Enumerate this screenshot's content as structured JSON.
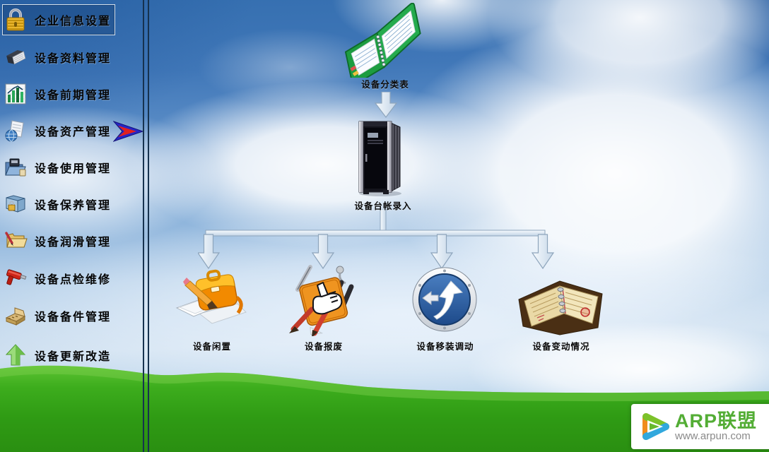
{
  "sidebar": {
    "items": [
      {
        "label": "企业信息设置",
        "icon": "lock-icon",
        "selected": true
      },
      {
        "label": "设备资料管理",
        "icon": "book-icon",
        "selected": false
      },
      {
        "label": "设备前期管理",
        "icon": "bar-chart-icon",
        "selected": false
      },
      {
        "label": "设备资产管理",
        "icon": "globe-document-icon",
        "selected": false,
        "pointer": true
      },
      {
        "label": "设备使用管理",
        "icon": "folder-device-icon",
        "selected": false
      },
      {
        "label": "设备保养管理",
        "icon": "folder-lock-icon",
        "selected": false
      },
      {
        "label": "设备润滑管理",
        "icon": "folder-pen-icon",
        "selected": false
      },
      {
        "label": "设备点检维修",
        "icon": "drill-icon",
        "selected": false
      },
      {
        "label": "设备备件管理",
        "icon": "parts-box-icon",
        "selected": false
      },
      {
        "label": "设备更新改造",
        "icon": "green-up-arrow-icon",
        "selected": false
      }
    ]
  },
  "flowchart": {
    "root": {
      "label": "设备分类表",
      "icon": "notebook-icon"
    },
    "middle": {
      "label": "设备台帐录入",
      "icon": "server-cabinet-icon"
    },
    "children": [
      {
        "label": "设备闲置",
        "icon": "briefcase-pencil-icon"
      },
      {
        "label": "设备报废",
        "icon": "hand-notepad-icon"
      },
      {
        "label": "设备移装调动",
        "icon": "round-arrows-icon"
      },
      {
        "label": "设备变动情况",
        "icon": "ledger-book-icon"
      }
    ]
  },
  "watermark": {
    "brand": "ARP联盟",
    "url": "www.arpun.com",
    "icon": "play-logo-icon"
  },
  "colors": {
    "sky_top": "#356fb0",
    "grass_green": "#2f9b14",
    "divider": "#16324f",
    "arrow_fill": "#dde8f2",
    "arrow_stroke": "#8ea5bc",
    "selected_border": "#d4e0ec",
    "brand_green": "#53ad35"
  }
}
